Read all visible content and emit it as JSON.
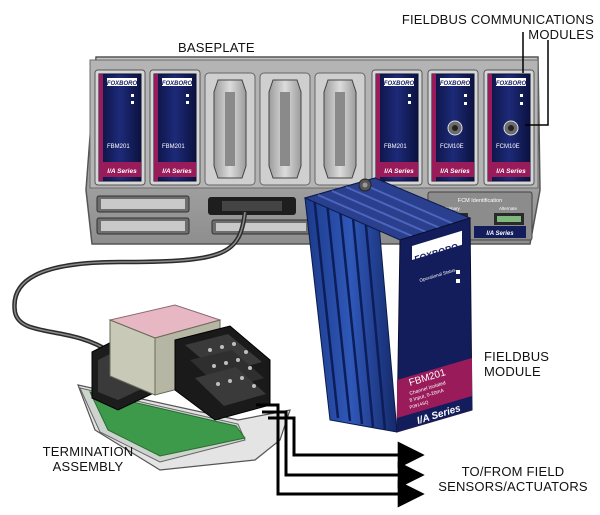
{
  "labels": {
    "baseplate": "BASEPLATE",
    "fcm_line1": "FIELDBUS COMMUNICATIONS",
    "fcm_line2": "MODULES",
    "fieldbus_line1": "FIELDBUS",
    "fieldbus_line2": "MODULE",
    "termination_line1": "TERMINATION",
    "termination_line2": "ASSEMBLY",
    "field_line1": "TO/FROM FIELD",
    "field_line2": "SENSORS/ACTUATORS"
  },
  "small_modules": [
    {
      "brand": "FOXBORO",
      "model": "FBM201",
      "series": "I/A Series"
    },
    {
      "brand": "FOXBORO",
      "model": "FBM201",
      "series": "I/A Series"
    },
    {
      "brand": "FOXBORO",
      "model": "FBM201",
      "series": "I/A Series"
    },
    {
      "brand": "FOXBORO",
      "model": "FCM10E",
      "series": "I/A Series"
    },
    {
      "brand": "FOXBORO",
      "model": "FCM10E",
      "series": "I/A Series"
    }
  ],
  "large_module": {
    "brand": "FOXBORO",
    "status": "Operational Status",
    "model": "FBM201",
    "desc1": "Channel Isolated",
    "desc2": "8 Input, 0-20mA",
    "part": "P0914SQ",
    "series": "I/A Series"
  },
  "fcm_panel": {
    "title": "FCM Identification",
    "left": "Primary",
    "right": "Alternate",
    "series": "I/A Series"
  },
  "colors": {
    "module_blue": "#141d5c",
    "module_stripe": "#9a1b5a",
    "baseplate_gray": "#a8a8a8",
    "cable": "#555555",
    "arrow": "#000000"
  }
}
